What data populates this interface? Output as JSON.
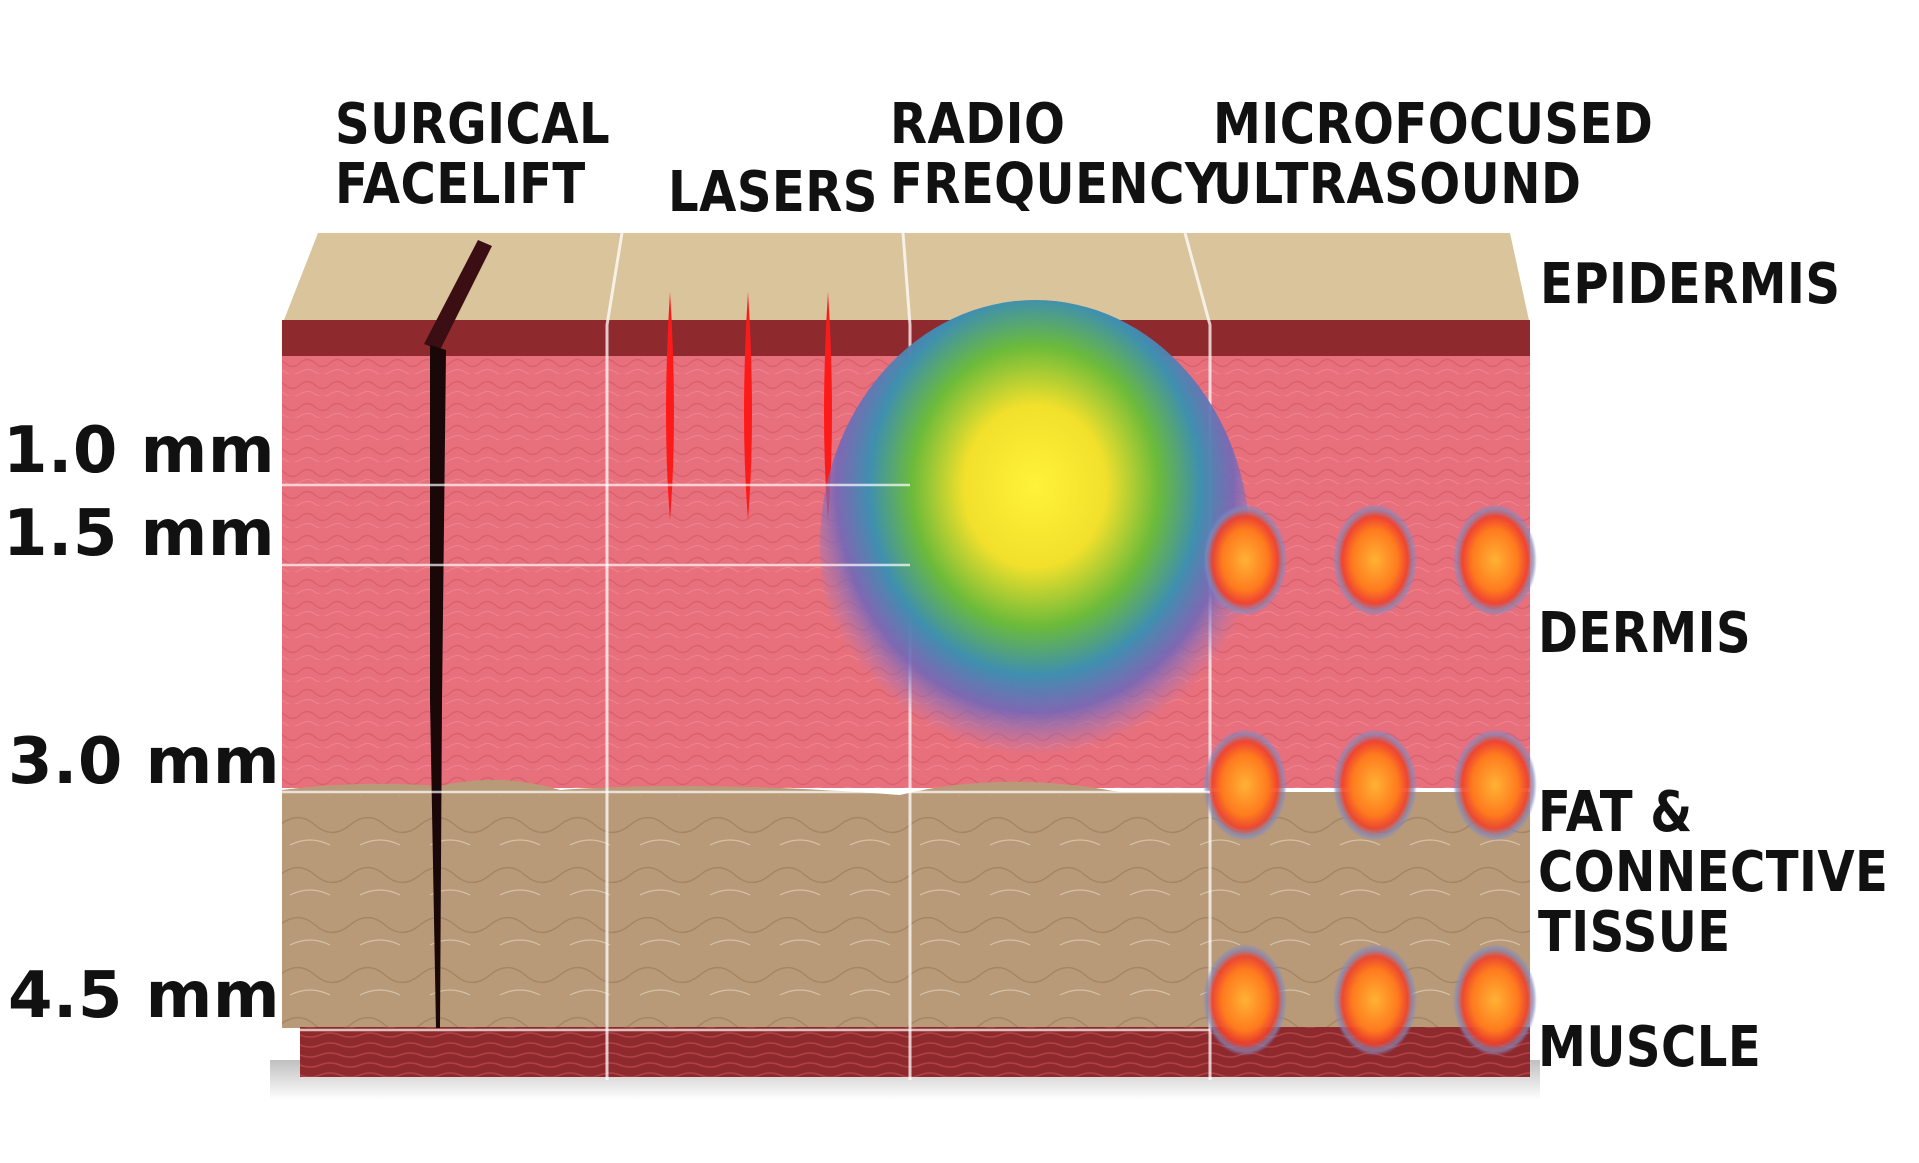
{
  "columns": [
    {
      "id": "surgical",
      "title": "SURGICAL\nFACELIFT"
    },
    {
      "id": "lasers",
      "title": "LASERS"
    },
    {
      "id": "rf",
      "title": "RADIO\nFREQUENCY"
    },
    {
      "id": "mfu",
      "title": "MICROFOCUSED\nULTRASOUND"
    }
  ],
  "depth_markers": [
    {
      "label": "1.0 mm",
      "value_mm": 1.0
    },
    {
      "label": "1.5 mm",
      "value_mm": 1.5
    },
    {
      "label": "3.0 mm",
      "value_mm": 3.0
    },
    {
      "label": "4.5 mm",
      "value_mm": 4.5
    }
  ],
  "layers": {
    "epidermis": "EPIDERMIS",
    "dermis": "DERMIS",
    "fat": "FAT &\nCONNECTIVE\nTISSUE",
    "muscle": "MUSCLE"
  },
  "colors": {
    "epidermis": "#d9c49c",
    "dermis": "#e8707c",
    "fat": "#b89a78",
    "muscle": "#8e2a2e",
    "laser": "#ff1a1a",
    "rf_core": "#f6e62a",
    "rf_mid": "#6cbb3a",
    "rf_outer": "#7367b8",
    "ultrasound": "#ff7a1e"
  }
}
